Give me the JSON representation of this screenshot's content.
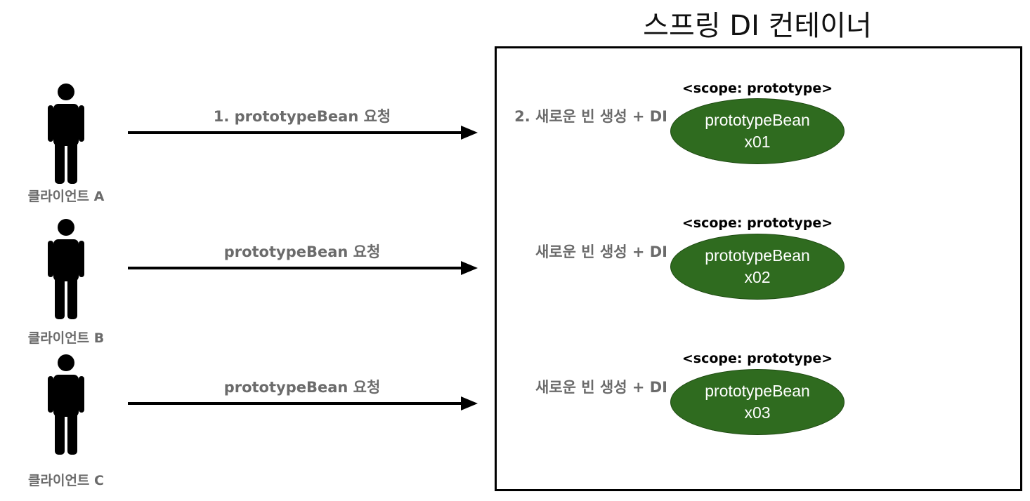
{
  "title": "스프링 DI 컨테이너",
  "colors": {
    "bean_fill": "#2f6b1f",
    "label_gray": "#6b6b6b",
    "box_border": "#000000"
  },
  "clients": [
    {
      "label": "클라이언트 A",
      "icon": "person-icon"
    },
    {
      "label": "클라이언트 B",
      "icon": "person-icon"
    },
    {
      "label": "클라이언트 C",
      "icon": "person-icon"
    }
  ],
  "requests": [
    {
      "label": "1. prototypeBean 요청"
    },
    {
      "label": "prototypeBean 요청"
    },
    {
      "label": "prototypeBean 요청"
    }
  ],
  "beans": [
    {
      "create_label": "2. 새로운 빈 생성 + DI",
      "scope": "<scope: prototype>",
      "name": "prototypeBean",
      "id": "x01"
    },
    {
      "create_label": "새로운 빈 생성 + DI",
      "scope": "<scope: prototype>",
      "name": "prototypeBean",
      "id": "x02"
    },
    {
      "create_label": "새로운 빈 생성 + DI",
      "scope": "<scope: prototype>",
      "name": "prototypeBean",
      "id": "x03"
    }
  ]
}
